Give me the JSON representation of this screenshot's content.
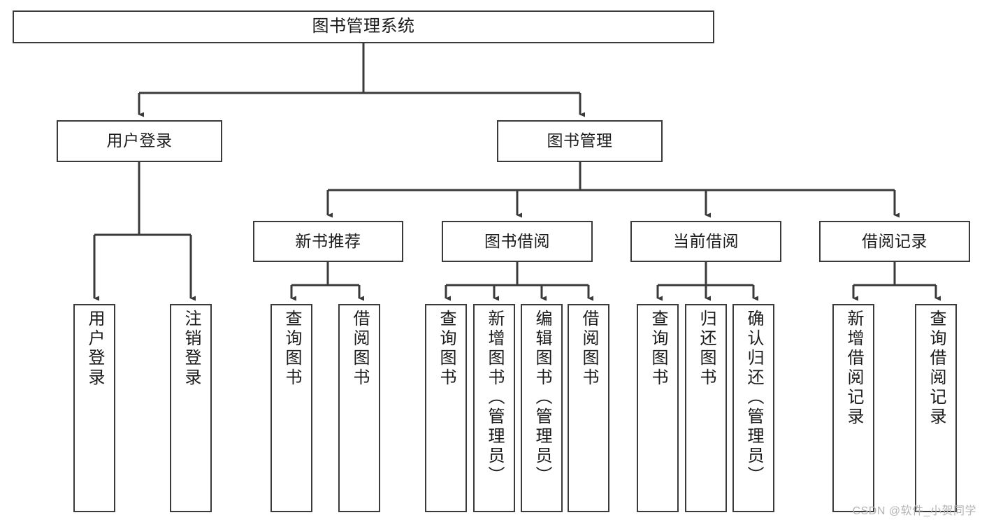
{
  "diagram": {
    "title": "图书管理系统",
    "watermark": "CSDN @软件_小贺同学",
    "line_color": "#3a3a3a",
    "box_fill": "#ffffff",
    "text_color": "#1b1b1b",
    "watermark_color": "#b4b4b4",
    "levels": [
      {
        "level": 1,
        "nodes": [
          {
            "id": "root",
            "label": "图书管理系统",
            "orientation": "horizontal"
          }
        ]
      },
      {
        "level": 2,
        "nodes": [
          {
            "id": "user-login",
            "label": "用户登录",
            "orientation": "horizontal",
            "parent": "root"
          },
          {
            "id": "book-manage",
            "label": "图书管理",
            "orientation": "horizontal",
            "parent": "root"
          }
        ]
      },
      {
        "level": 3,
        "nodes": [
          {
            "id": "new-book-recommend",
            "label": "新书推荐",
            "orientation": "horizontal",
            "parent": "book-manage"
          },
          {
            "id": "book-borrow",
            "label": "图书借阅",
            "orientation": "horizontal",
            "parent": "book-manage"
          },
          {
            "id": "current-borrow",
            "label": "当前借阅",
            "orientation": "horizontal",
            "parent": "book-manage"
          },
          {
            "id": "borrow-record",
            "label": "借阅记录",
            "orientation": "horizontal",
            "parent": "book-manage"
          }
        ]
      },
      {
        "level": 4,
        "nodes": [
          {
            "id": "leaf-user-login",
            "label": "用户登录",
            "orientation": "vertical",
            "parent": "user-login"
          },
          {
            "id": "leaf-logout",
            "label": "注销登录",
            "orientation": "vertical",
            "parent": "user-login"
          },
          {
            "id": "leaf-query-book-1",
            "label": "查询图书",
            "orientation": "vertical",
            "parent": "new-book-recommend"
          },
          {
            "id": "leaf-borrow-book-1",
            "label": "借阅图书",
            "orientation": "vertical",
            "parent": "new-book-recommend"
          },
          {
            "id": "leaf-query-book-2",
            "label": "查询图书",
            "orientation": "vertical",
            "parent": "book-borrow"
          },
          {
            "id": "leaf-add-book",
            "label": "新增图书（管理员）",
            "orientation": "vertical",
            "parent": "book-borrow"
          },
          {
            "id": "leaf-edit-book",
            "label": "编辑图书（管理员）",
            "orientation": "vertical",
            "parent": "book-borrow"
          },
          {
            "id": "leaf-borrow-book-2",
            "label": "借阅图书",
            "orientation": "vertical",
            "parent": "book-borrow"
          },
          {
            "id": "leaf-query-book-3",
            "label": "查询图书",
            "orientation": "vertical",
            "parent": "current-borrow"
          },
          {
            "id": "leaf-return-book",
            "label": "归还图书",
            "orientation": "vertical",
            "parent": "current-borrow"
          },
          {
            "id": "leaf-confirm-return",
            "label": "确认归还（管理员）",
            "orientation": "vertical",
            "parent": "current-borrow"
          },
          {
            "id": "leaf-add-record",
            "label": "新增借阅记录",
            "orientation": "vertical",
            "parent": "borrow-record"
          },
          {
            "id": "leaf-query-record",
            "label": "查询借阅记录",
            "orientation": "vertical",
            "parent": "borrow-record"
          }
        ]
      }
    ]
  }
}
